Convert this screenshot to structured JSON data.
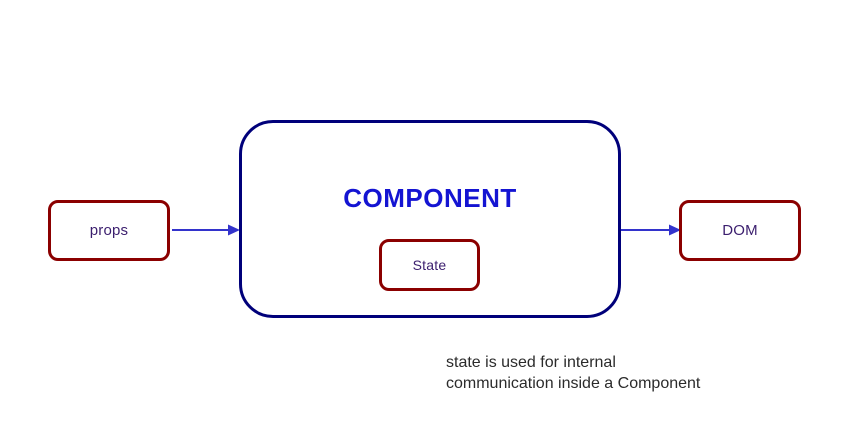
{
  "diagram": {
    "title": "React component data flow diagram",
    "background_color": "#ffffff",
    "colors": {
      "node_border_red": "#8B0000",
      "component_border_navy": "#00007A",
      "component_title_blue": "#1414D2",
      "node_label_purple": "#3B1E6E",
      "arrow_blue": "#3333CC",
      "caption_gray": "#2B2B2B"
    },
    "nodes": {
      "props": {
        "label": "props"
      },
      "component": {
        "title": "COMPONENT"
      },
      "state": {
        "label": "State"
      },
      "dom": {
        "label": "DOM"
      }
    },
    "arrows": [
      {
        "name": "props-to-component",
        "from": "props",
        "to": "component",
        "direction": "right"
      },
      {
        "name": "component-to-dom",
        "from": "component",
        "to": "dom",
        "direction": "right"
      }
    ],
    "caption": {
      "line1": "state is used for internal",
      "line2": "communication inside a Component",
      "text": "state is used for internal\ncommunication inside a Component"
    }
  }
}
